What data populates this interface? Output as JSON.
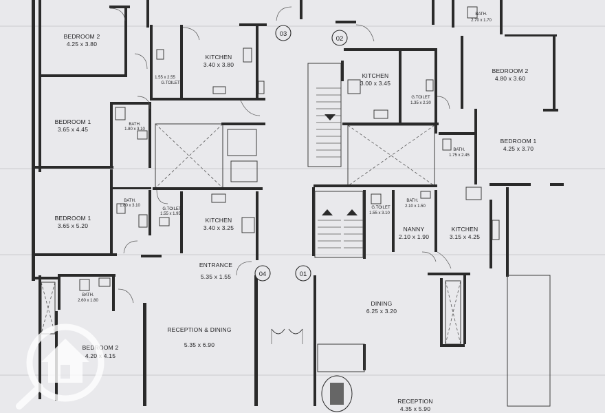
{
  "rooms": [
    {
      "name": "BEDROOM 2",
      "dim": "4.25 x 3.80"
    },
    {
      "name": "KITCHEN",
      "dim": "3.40 x 3.80"
    },
    {
      "name": "BEDROOM 1",
      "dim": "3.65 x 4.45"
    },
    {
      "name": "BATH.",
      "dim": "1.80 x 3.10"
    },
    {
      "name": "BEDROOM 1",
      "dim": "3.65 x 5.20"
    },
    {
      "name": "BATH.",
      "dim": "1.80 x 3.10"
    },
    {
      "name": "G.TOILET",
      "dim": "1.55 x 1.95"
    },
    {
      "name": "KITCHEN",
      "dim": "3.40 x 3.25"
    },
    {
      "name": "ENTRANCE",
      "dim": "5.35 x 1.55"
    },
    {
      "name": "BATH.",
      "dim": "2.60 x 1.80"
    },
    {
      "name": "BEDROOM 2",
      "dim": "4.20 x 4.15"
    },
    {
      "name": "RECEPTION & DINING",
      "dim": "5.35 x 6.90"
    },
    {
      "name": "KITCHEN",
      "dim": "3.00 x 3.45"
    },
    {
      "name": "G.TOILET",
      "dim": "1.35 x 2.30"
    },
    {
      "name": "BATH.",
      "dim": "2.70 x 1.70"
    },
    {
      "name": "BEDROOM 2",
      "dim": "4.80 x 3.60"
    },
    {
      "name": "BEDROOM 1",
      "dim": "4.25 x 3.70"
    },
    {
      "name": "BATH.",
      "dim": "1.75 x 2.45"
    },
    {
      "name": "G.TOILET",
      "dim": "1.55 x 3.10"
    },
    {
      "name": "BATH.",
      "dim": "2.10 x 1.50"
    },
    {
      "name": "NANNY",
      "dim": "2.10 x 1.90"
    },
    {
      "name": "KITCHEN",
      "dim": "3.15 x 4.25"
    },
    {
      "name": "DINING",
      "dim": "6.25 x 3.20"
    },
    {
      "name": "RECEPTION",
      "dim": "4.35 x 5.90"
    }
  ],
  "toilet_sizes": {
    "left_top": "1.55 x 2.55",
    "left_top_label": "G.TOILET"
  },
  "units": [
    "01",
    "02",
    "03",
    "04"
  ],
  "watermark_icon": "house-logo-icon"
}
